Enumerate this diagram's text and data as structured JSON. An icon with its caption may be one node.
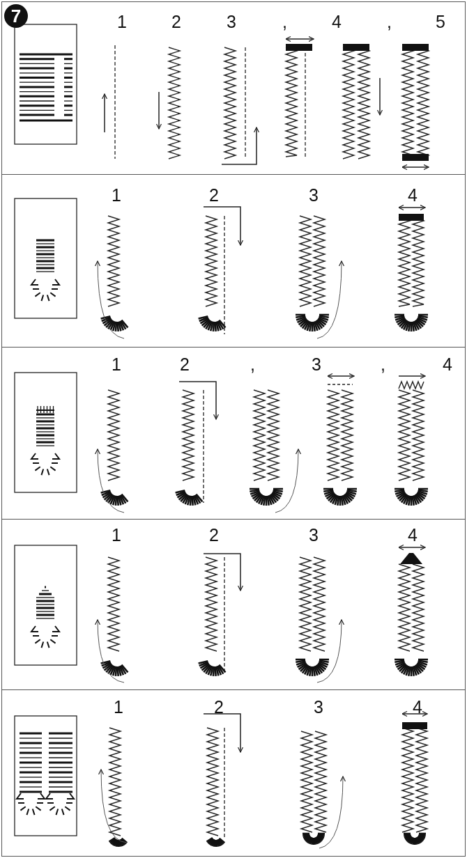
{
  "diagram": {
    "nodes": [
      {
        "text": [
          "1",
          "2",
          "3",
          ",",
          "4",
          ",",
          "5"
        ]
      },
      {
        "text": [
          "7"
        ],
        "in": 0
      },
      {
        "text": [
          "1",
          "2",
          "3",
          "4"
        ]
      },
      {
        "text": [
          "1",
          "2",
          ",",
          "3",
          ",",
          "4"
        ]
      },
      {
        "text": [
          "1",
          "2",
          "3",
          "4"
        ]
      },
      {
        "text": [
          "1",
          "2",
          "3",
          "4"
        ]
      }
    ]
  }
}
